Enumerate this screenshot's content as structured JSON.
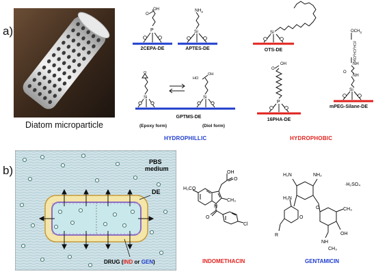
{
  "panels": {
    "a": "a)",
    "b": "b)"
  },
  "photo": {
    "caption": "Diatom microparticle"
  },
  "molecules": {
    "cepa": {
      "name": "2CEPA-DE",
      "atoms": {
        "oh": "OH",
        "o": "O",
        "p": "P"
      }
    },
    "aptes": {
      "name": "APTES-DE",
      "atoms": {
        "nh2": "NH",
        "nh2_sub": "2",
        "si": "Si"
      }
    },
    "ots": {
      "name": "OTS-DE",
      "atoms": {
        "si": "Si"
      }
    },
    "gptms": {
      "name": "GPTMS-DE",
      "epoxy_form": "(Epoxy form)",
      "diol_form": "(Diol form)",
      "atoms": {
        "o": "O",
        "si": "Si",
        "ho": "HO",
        "oh": "OH"
      }
    },
    "pha": {
      "name": "16PHA-DE",
      "atoms": {
        "oh": "OH",
        "o": "O",
        "p": "P"
      }
    },
    "mpeg": {
      "name": "mPEG-Silane-DE",
      "atoms": {
        "och3": "OCH",
        "och3_sub": "3",
        "peg": "(CH₂CH₂O)n",
        "nh": "NH",
        "o": "O",
        "si": "Si"
      }
    }
  },
  "categories": {
    "hydrophilic": {
      "label": "HYDROPHILLIC",
      "color": "#1f3ccc"
    },
    "hydrophobic": {
      "label": "HYDROPHOBIC",
      "color": "#e0221e"
    }
  },
  "substrate_colors": {
    "hydrophilic": "#1f3ccc",
    "hydrophobic": "#e0221e"
  },
  "scheme": {
    "medium_line1": "PBS",
    "medium_line2": "medium",
    "de_label": "DE",
    "drug_prefix": "DRUG (",
    "drug_ind": "IND",
    "drug_or": " or ",
    "drug_gen": "GEN",
    "drug_suffix": ")"
  },
  "drugs": {
    "indomethacin": {
      "name": "INDOMETHACIN",
      "color": "#e0221e",
      "atoms": {
        "h3co": "H₃CO",
        "oh": "OH",
        "o": "O",
        "n": "N",
        "ch3": "CH₃",
        "cl": "Cl"
      }
    },
    "gentamicin": {
      "name": "GENTAMICIN",
      "color": "#1f3ccc",
      "atoms": {
        "h2n_top": "H₂N",
        "nh2_top": "NH₂",
        "h2n_mid": "H₂N",
        "so4": "·H₂SO₄",
        "o1": "O",
        "o2": "O",
        "oh": "OH",
        "ch3": "CH₃",
        "r": "R",
        "nh": "NH",
        "ch3_bottom": "CH₃"
      }
    }
  }
}
